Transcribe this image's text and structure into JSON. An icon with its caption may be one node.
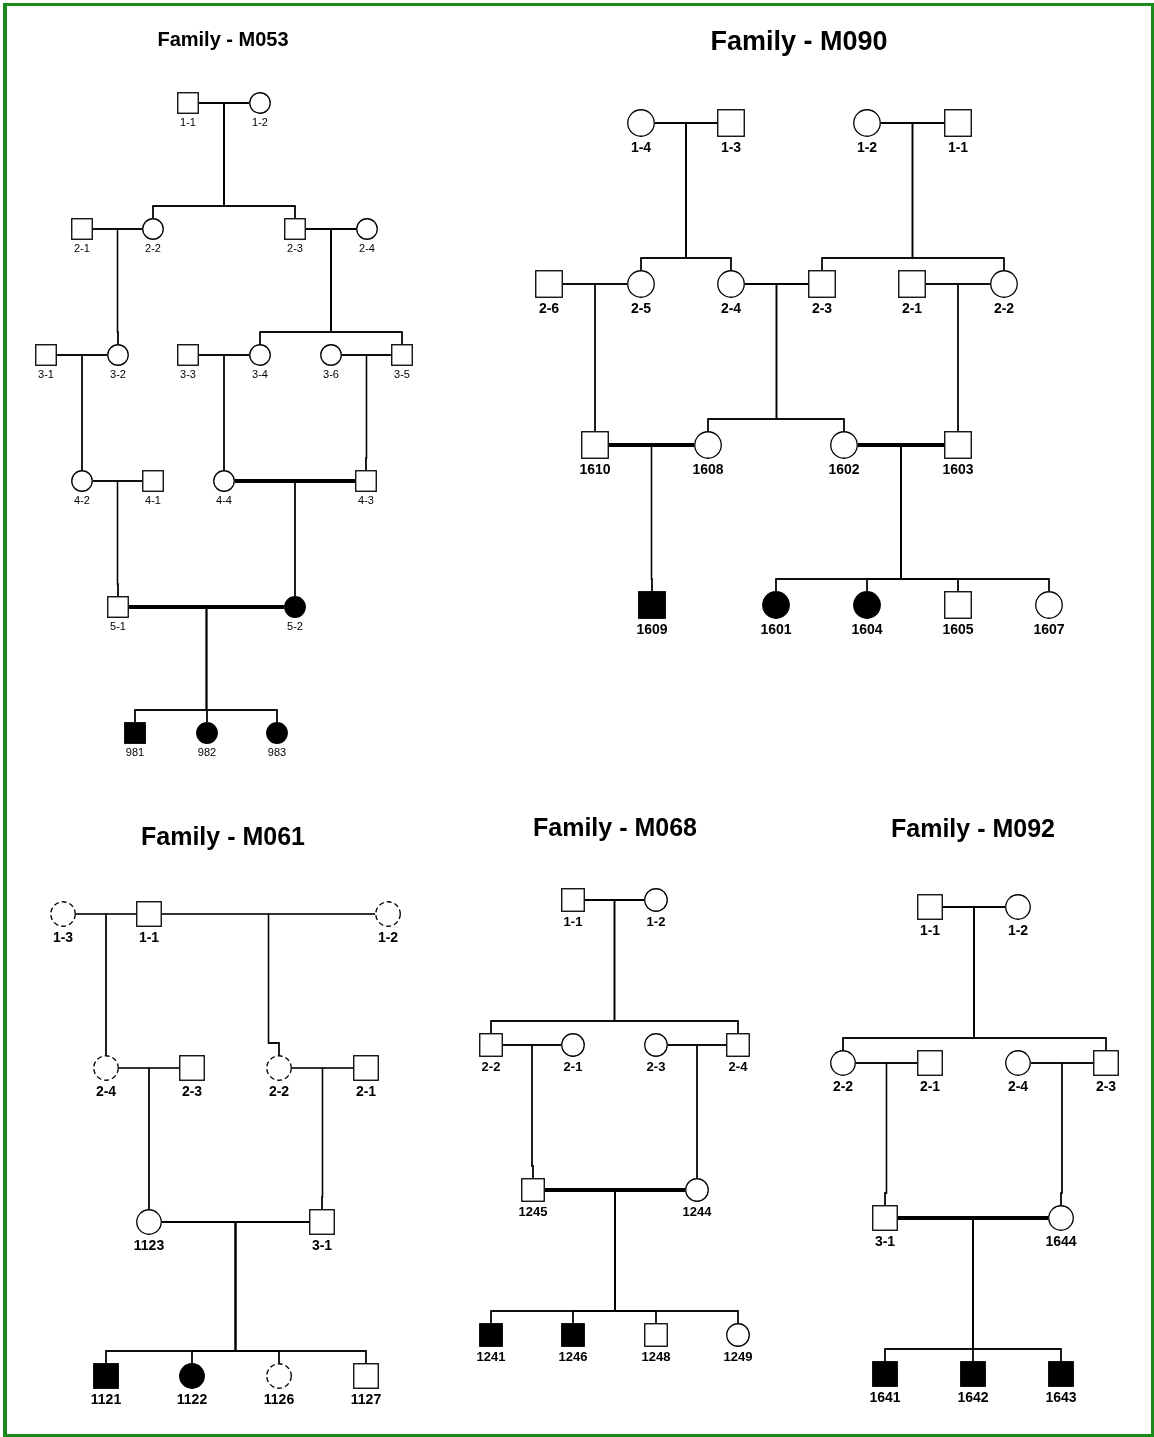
{
  "diagram": {
    "nodes": [
      {
        "text": [
          "1-1"
        ]
      },
      {
        "text": [
          "1-2"
        ]
      },
      {
        "text": [
          "2-1"
        ]
      },
      {
        "text": [
          "2-2"
        ]
      },
      {
        "text": [
          "2-3"
        ]
      },
      {
        "text": [
          "2-4"
        ]
      },
      {
        "text": [
          "3-1"
        ]
      },
      {
        "text": [
          "3-2"
        ]
      },
      {
        "text": [
          "3-3"
        ]
      },
      {
        "text": [
          "3-4"
        ]
      },
      {
        "text": [
          "3-6"
        ]
      },
      {
        "text": [
          "3-5"
        ]
      },
      {
        "text": [
          "4-2"
        ]
      },
      {
        "text": [
          "4-1"
        ]
      },
      {
        "text": [
          "4-4"
        ]
      },
      {
        "text": [
          "4-3"
        ]
      },
      {
        "text": [
          "5-1"
        ]
      },
      {
        "text": [
          "5-2"
        ]
      },
      {
        "text": [
          "981"
        ]
      },
      {
        "text": [
          "982"
        ]
      },
      {
        "text": [
          "983"
        ]
      },
      {
        "text": [
          "1-4"
        ]
      },
      {
        "text": [
          "1-3"
        ]
      },
      {
        "text": [
          "1-2"
        ]
      },
      {
        "text": [
          "1-1"
        ]
      },
      {
        "text": [
          "2-6"
        ]
      },
      {
        "text": [
          "2-5"
        ]
      },
      {
        "text": [
          "2-4"
        ]
      },
      {
        "text": [
          "2-3"
        ]
      },
      {
        "text": [
          "2-1"
        ]
      },
      {
        "text": [
          "2-2"
        ]
      },
      {
        "text": [
          "1610"
        ]
      },
      {
        "text": [
          "1608"
        ]
      },
      {
        "text": [
          "1602"
        ]
      },
      {
        "text": [
          "1603"
        ]
      },
      {
        "text": [
          "1609"
        ]
      },
      {
        "text": [
          "1601"
        ]
      },
      {
        "text": [
          "1604"
        ]
      },
      {
        "text": [
          "1605"
        ]
      },
      {
        "text": [
          "1607"
        ]
      },
      {
        "text": [
          "1-3"
        ]
      },
      {
        "text": [
          "1-1"
        ]
      },
      {
        "text": [
          "1-2"
        ]
      },
      {
        "text": [
          "2-4"
        ]
      },
      {
        "text": [
          "2-3"
        ]
      },
      {
        "text": [
          "2-2"
        ]
      },
      {
        "text": [
          "2-1"
        ]
      },
      {
        "text": [
          "1123"
        ]
      },
      {
        "text": [
          "3-1"
        ]
      },
      {
        "text": [
          "1121"
        ]
      },
      {
        "text": [
          "1122"
        ]
      },
      {
        "text": [
          "1126"
        ]
      },
      {
        "text": [
          "1127"
        ]
      },
      {
        "text": [
          "1-1"
        ]
      },
      {
        "text": [
          "1-2"
        ]
      },
      {
        "text": [
          "2-2"
        ]
      },
      {
        "text": [
          "2-1"
        ]
      },
      {
        "text": [
          "2-3"
        ]
      },
      {
        "text": [
          "2-4"
        ]
      },
      {
        "text": [
          "1245"
        ]
      },
      {
        "text": [
          "1244"
        ]
      },
      {
        "text": [
          "1241"
        ]
      },
      {
        "text": [
          "1246"
        ]
      },
      {
        "text": [
          "1248"
        ]
      },
      {
        "text": [
          "1249"
        ]
      },
      {
        "text": [
          "1-1"
        ]
      },
      {
        "text": [
          "1-2"
        ]
      },
      {
        "text": [
          "2-2"
        ]
      },
      {
        "text": [
          "2-1"
        ]
      },
      {
        "text": [
          "2-4"
        ]
      },
      {
        "text": [
          "2-3"
        ]
      },
      {
        "text": [
          "3-1"
        ]
      },
      {
        "text": [
          "1644"
        ]
      },
      {
        "text": [
          "1641"
        ]
      },
      {
        "text": [
          "1642"
        ]
      },
      {
        "text": [
          "1643"
        ]
      }
    ],
    "edges": [
      {
        "from": 0,
        "to": 1,
        "arrow": "none"
      },
      {
        "from": 0,
        "to": 3,
        "arrow": "none"
      },
      {
        "from": 1,
        "to": 3,
        "arrow": "none"
      },
      {
        "from": 0,
        "to": 4,
        "arrow": "none"
      },
      {
        "from": 1,
        "to": 4,
        "arrow": "none"
      },
      {
        "from": 2,
        "to": 3,
        "arrow": "none"
      },
      {
        "from": 2,
        "to": 7,
        "arrow": "none"
      },
      {
        "from": 3,
        "to": 7,
        "arrow": "none"
      },
      {
        "from": 4,
        "to": 5,
        "arrow": "none"
      },
      {
        "from": 4,
        "to": 9,
        "arrow": "none"
      },
      {
        "from": 5,
        "to": 9,
        "arrow": "none"
      },
      {
        "from": 4,
        "to": 11,
        "arrow": "none"
      },
      {
        "from": 5,
        "to": 11,
        "arrow": "none"
      },
      {
        "from": 6,
        "to": 7,
        "arrow": "none"
      },
      {
        "from": 6,
        "to": 12,
        "arrow": "none"
      },
      {
        "from": 7,
        "to": 12,
        "arrow": "none"
      },
      {
        "from": 8,
        "to": 9,
        "arrow": "none"
      },
      {
        "from": 8,
        "to": 14,
        "arrow": "none"
      },
      {
        "from": 9,
        "to": 14,
        "arrow": "none"
      },
      {
        "from": 10,
        "to": 11,
        "arrow": "none"
      },
      {
        "from": 10,
        "to": 15,
        "arrow": "none"
      },
      {
        "from": 11,
        "to": 15,
        "arrow": "none"
      },
      {
        "from": 12,
        "to": 13,
        "arrow": "none"
      },
      {
        "from": 12,
        "to": 16,
        "arrow": "none"
      },
      {
        "from": 13,
        "to": 16,
        "arrow": "none"
      },
      {
        "from": 14,
        "to": 15,
        "arrow": "none",
        "style": "thick"
      },
      {
        "from": 14,
        "to": 17,
        "arrow": "none"
      },
      {
        "from": 15,
        "to": 17,
        "arrow": "none"
      },
      {
        "from": 16,
        "to": 17,
        "arrow": "none",
        "style": "thick"
      },
      {
        "from": 16,
        "to": 18,
        "arrow": "none"
      },
      {
        "from": 17,
        "to": 18,
        "arrow": "none"
      },
      {
        "from": 16,
        "to": 19,
        "arrow": "none"
      },
      {
        "from": 17,
        "to": 19,
        "arrow": "none"
      },
      {
        "from": 16,
        "to": 20,
        "arrow": "none"
      },
      {
        "from": 17,
        "to": 20,
        "arrow": "none"
      },
      {
        "from": 21,
        "to": 22,
        "arrow": "none"
      },
      {
        "from": 21,
        "to": 26,
        "arrow": "none"
      },
      {
        "from": 22,
        "to": 26,
        "arrow": "none"
      },
      {
        "from": 21,
        "to": 27,
        "arrow": "none"
      },
      {
        "from": 22,
        "to": 27,
        "arrow": "none"
      },
      {
        "from": 23,
        "to": 24,
        "arrow": "none"
      },
      {
        "from": 23,
        "to": 28,
        "arrow": "none"
      },
      {
        "from": 24,
        "to": 28,
        "arrow": "none"
      },
      {
        "from": 23,
        "to": 30,
        "arrow": "none"
      },
      {
        "from": 24,
        "to": 30,
        "arrow": "none"
      },
      {
        "from": 25,
        "to": 26,
        "arrow": "none"
      },
      {
        "from": 25,
        "to": 31,
        "arrow": "none"
      },
      {
        "from": 26,
        "to": 31,
        "arrow": "none"
      },
      {
        "from": 27,
        "to": 28,
        "arrow": "none"
      },
      {
        "from": 27,
        "to": 32,
        "arrow": "none"
      },
      {
        "from": 28,
        "to": 32,
        "arrow": "none"
      },
      {
        "from": 27,
        "to": 33,
        "arrow": "none"
      },
      {
        "from": 28,
        "to": 33,
        "arrow": "none"
      },
      {
        "from": 29,
        "to": 30,
        "arrow": "none"
      },
      {
        "from": 29,
        "to": 34,
        "arrow": "none"
      },
      {
        "from": 30,
        "to": 34,
        "arrow": "none"
      },
      {
        "from": 31,
        "to": 32,
        "arrow": "none",
        "style": "thick"
      },
      {
        "from": 31,
        "to": 35,
        "arrow": "none"
      },
      {
        "from": 32,
        "to": 35,
        "arrow": "none"
      },
      {
        "from": 33,
        "to": 34,
        "arrow": "none",
        "style": "thick"
      },
      {
        "from": 33,
        "to": 36,
        "arrow": "none"
      },
      {
        "from": 34,
        "to": 36,
        "arrow": "none"
      },
      {
        "from": 33,
        "to": 37,
        "arrow": "none"
      },
      {
        "from": 34,
        "to": 37,
        "arrow": "none"
      },
      {
        "from": 33,
        "to": 38,
        "arrow": "none"
      },
      {
        "from": 34,
        "to": 38,
        "arrow": "none"
      },
      {
        "from": 33,
        "to": 39,
        "arrow": "none"
      },
      {
        "from": 34,
        "to": 39,
        "arrow": "none"
      },
      {
        "from": 40,
        "to": 41,
        "arrow": "none",
        "color": "#bbbbbb"
      },
      {
        "from": 40,
        "to": 43,
        "arrow": "none"
      },
      {
        "from": 41,
        "to": 43,
        "arrow": "none"
      },
      {
        "from": 41,
        "to": 42,
        "arrow": "none",
        "color": "#bbbbbb"
      },
      {
        "from": 41,
        "to": 45,
        "arrow": "none"
      },
      {
        "from": 42,
        "to": 45,
        "arrow": "none"
      },
      {
        "from": 43,
        "to": 44,
        "arrow": "none",
        "color": "#bbbbbb"
      },
      {
        "from": 43,
        "to": 47,
        "arrow": "none"
      },
      {
        "from": 44,
        "to": 47,
        "arrow": "none"
      },
      {
        "from": 45,
        "to": 46,
        "arrow": "none",
        "color": "#bbbbbb"
      },
      {
        "from": 45,
        "to": 48,
        "arrow": "none"
      },
      {
        "from": 46,
        "to": 48,
        "arrow": "none"
      },
      {
        "from": 47,
        "to": 48,
        "arrow": "none"
      },
      {
        "from": 47,
        "to": 49,
        "arrow": "none"
      },
      {
        "from": 48,
        "to": 49,
        "arrow": "none"
      },
      {
        "from": 47,
        "to": 50,
        "arrow": "none"
      },
      {
        "from": 48,
        "to": 50,
        "arrow": "none"
      },
      {
        "from": 47,
        "to": 51,
        "arrow": "none"
      },
      {
        "from": 48,
        "to": 51,
        "arrow": "none"
      },
      {
        "from": 47,
        "to": 52,
        "arrow": "none"
      },
      {
        "from": 48,
        "to": 52,
        "arrow": "none"
      },
      {
        "from": 53,
        "to": 54,
        "arrow": "none"
      },
      {
        "from": 53,
        "to": 55,
        "arrow": "none"
      },
      {
        "from": 54,
        "to": 55,
        "arrow": "none"
      },
      {
        "from": 53,
        "to": 58,
        "arrow": "none"
      },
      {
        "from": 54,
        "to": 58,
        "arrow": "none"
      },
      {
        "from": 55,
        "to": 56,
        "arrow": "none"
      },
      {
        "from": 55,
        "to": 59,
        "arrow": "none"
      },
      {
        "from": 56,
        "to": 59,
        "arrow": "none"
      },
      {
        "from": 57,
        "to": 58,
        "arrow": "none"
      },
      {
        "from": 57,
        "to": 60,
        "arrow": "none"
      },
      {
        "from": 58,
        "to": 60,
        "arrow": "none"
      },
      {
        "from": 59,
        "to": 60,
        "arrow": "none",
        "style": "thick"
      },
      {
        "from": 59,
        "to": 61,
        "arrow": "none"
      },
      {
        "from": 60,
        "to": 61,
        "arrow": "none"
      },
      {
        "from": 59,
        "to": 62,
        "arrow": "none"
      },
      {
        "from": 60,
        "to": 62,
        "arrow": "none"
      },
      {
        "from": 59,
        "to": 63,
        "arrow": "none"
      },
      {
        "from": 60,
        "to": 63,
        "arrow": "none"
      },
      {
        "from": 59,
        "to": 64,
        "arrow": "none"
      },
      {
        "from": 60,
        "to": 64,
        "arrow": "none"
      },
      {
        "from": 65,
        "to": 66,
        "arrow": "none"
      },
      {
        "from": 65,
        "to": 67,
        "arrow": "none"
      },
      {
        "from": 66,
        "to": 67,
        "arrow": "none"
      },
      {
        "from": 65,
        "to": 70,
        "arrow": "none"
      },
      {
        "from": 66,
        "to": 70,
        "arrow": "none"
      },
      {
        "from": 67,
        "to": 68,
        "arrow": "none"
      },
      {
        "from": 67,
        "to": 71,
        "arrow": "none"
      },
      {
        "from": 68,
        "to": 71,
        "arrow": "none"
      },
      {
        "from": 69,
        "to": 70,
        "arrow": "none"
      },
      {
        "from": 69,
        "to": 72,
        "arrow": "none"
      },
      {
        "from": 70,
        "to": 72,
        "arrow": "none"
      },
      {
        "from": 71,
        "to": 72,
        "arrow": "none",
        "style": "thick"
      },
      {
        "from": 71,
        "to": 73,
        "arrow": "none"
      },
      {
        "from": 72,
        "to": 73,
        "arrow": "none"
      },
      {
        "from": 71,
        "to": 74,
        "arrow": "none"
      },
      {
        "from": 72,
        "to": 74,
        "arrow": "none"
      },
      {
        "from": 71,
        "to": 75,
        "arrow": "none"
      },
      {
        "from": 72,
        "to": 75,
        "arrow": "none"
      }
    ],
    "labels": [
      "Family - M053",
      "Family - M090",
      "Family - M061",
      "Family - M068",
      "Family - M092"
    ]
  }
}
